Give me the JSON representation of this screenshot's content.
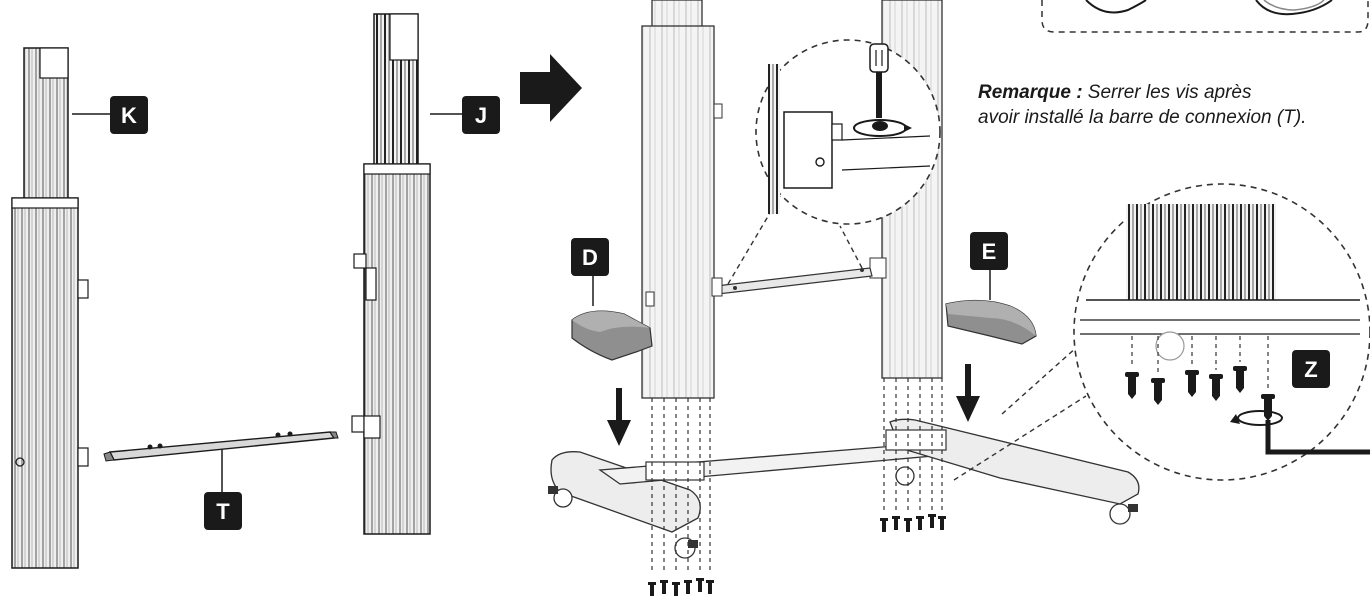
{
  "labels": {
    "k": "K",
    "j": "J",
    "t": "T",
    "d": "D",
    "e": "E",
    "z": "Z"
  },
  "note": {
    "title": "Remarque :",
    "line1": " Serrer les vis après",
    "line2": "avoir installé la barre de connexion (T)."
  },
  "colors": {
    "label_bg": "#1a1a1a",
    "label_fg": "#ffffff",
    "line": "#1a1a1a",
    "metal": "#e6e6e6",
    "shade": "#9a9a9a",
    "cap": "#8a8a8a"
  }
}
